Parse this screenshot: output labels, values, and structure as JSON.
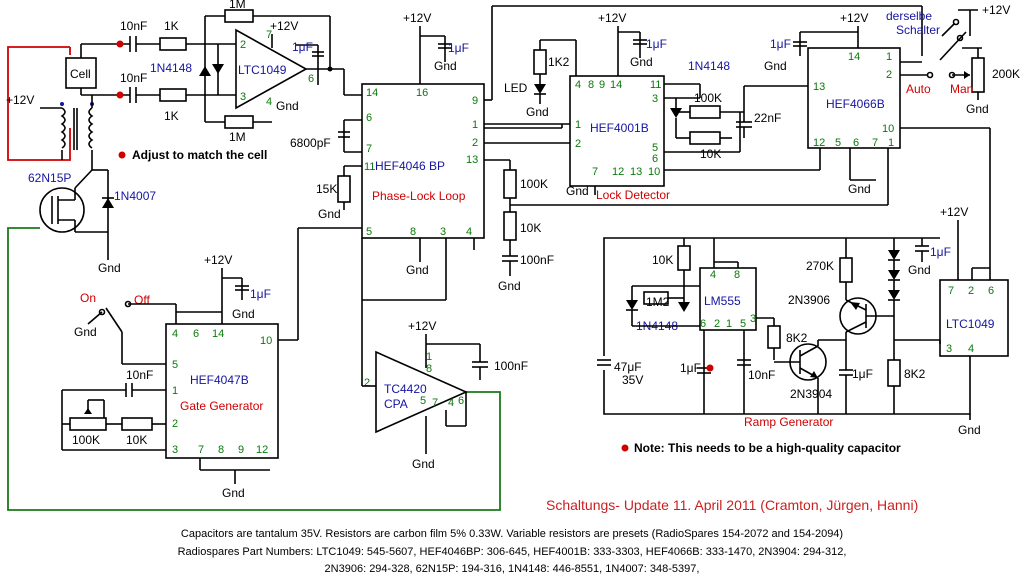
{
  "components": {
    "cell": "Cell",
    "c10nf_a": "10nF",
    "c10nf_b": "10nF",
    "r1k_a": "1K",
    "r1k_b": "1K",
    "r1m_top": "1M",
    "r1m_bot": "1M",
    "d1n4148_a": "1N4148",
    "ltc1049_a": "LTC1049",
    "plus12_a": "+12V",
    "c1uf_a": "1μF",
    "plus12_left": "+12V",
    "mosfet": "62N15P",
    "d1n4007": "1N4007",
    "gnd": "Gnd",
    "hef4046": "HEF4046 BP",
    "pll_label": "Phase-Lock Loop",
    "c6800pf": "6800pF",
    "r15k": "15K",
    "plus12_b": "+12V",
    "c1uf_b": "1μF",
    "r100k": "100K",
    "r10k": "10K",
    "c100nf": "100nF",
    "hef4001": "HEF4001B",
    "lock_label": "Lock Detector",
    "r1k2": "1K2",
    "led": "LED",
    "plus12_c": "+12V",
    "c1uf_c": "1μF",
    "d1n4148_b": "1N4148",
    "r100k_b": "100K",
    "r10k_b": "10K",
    "c22nf": "22nF",
    "hef4066": "HEF4066B",
    "plus12_d": "+12V",
    "c1uf_d": "1μF",
    "derselbe": "derselbe",
    "schalter": "Schalter",
    "auto": "Auto",
    "man": "Man",
    "plus12_e": "+12V",
    "r200k": "200K",
    "hef4047": "HEF4047B",
    "gate_label": "Gate Generator",
    "on": "On",
    "off": "Off",
    "plus12_f": "+12V",
    "c1uf_f": "1μF",
    "c10nf_c": "10nF",
    "r100k_c": "100K",
    "r10k_c": "10K",
    "tc4420": "TC4420",
    "cpa": "CPA",
    "plus12_g": "+12V",
    "c100nf_b": "100nF",
    "lm555": "LM555",
    "r10k_d": "10K",
    "r1m2": "1M2",
    "d1n4148_c": "1N4148",
    "c47uf": "47μF",
    "v35": "35V",
    "c1uf_g": "1μF",
    "c10nf_d": "10nF",
    "r8k2_a": "8K2",
    "q2n3904": "2N3904",
    "q2n3906": "2N3906",
    "r270k": "270K",
    "c1uf_h": "1μF",
    "r8k2_b": "8K2",
    "ltc1049_b": "LTC1049",
    "plus12_h": "+12V",
    "c1uf_i": "1μF",
    "ramp_label": "Ramp Generator"
  },
  "notes": {
    "adjust": "Adjust to match the cell",
    "quality": "Note: This needs to be a high-quality capacitor",
    "update": "Schaltungs- Update 11. April 2011 (Cramton, Jürgen, Hanni)"
  },
  "footer": {
    "line1": "Capacitors are tantalum 35V.  Resistors are carbon film 5% 0.33W.   Variable resistors are presets (RadioSpares 154-2072 and 154-2094)",
    "line2": "Radiospares Part Numbers: LTC1049: 545-5607,  HEF4046BP: 306-645,  HEF4001B: 333-3303,  HEF4066B: 333-1470,  2N3904: 294-312,",
    "line3": "2N3906: 294-328,  62N15P: 194-316,  1N4148: 446-8551,  1N4007: 348-5397,"
  }
}
